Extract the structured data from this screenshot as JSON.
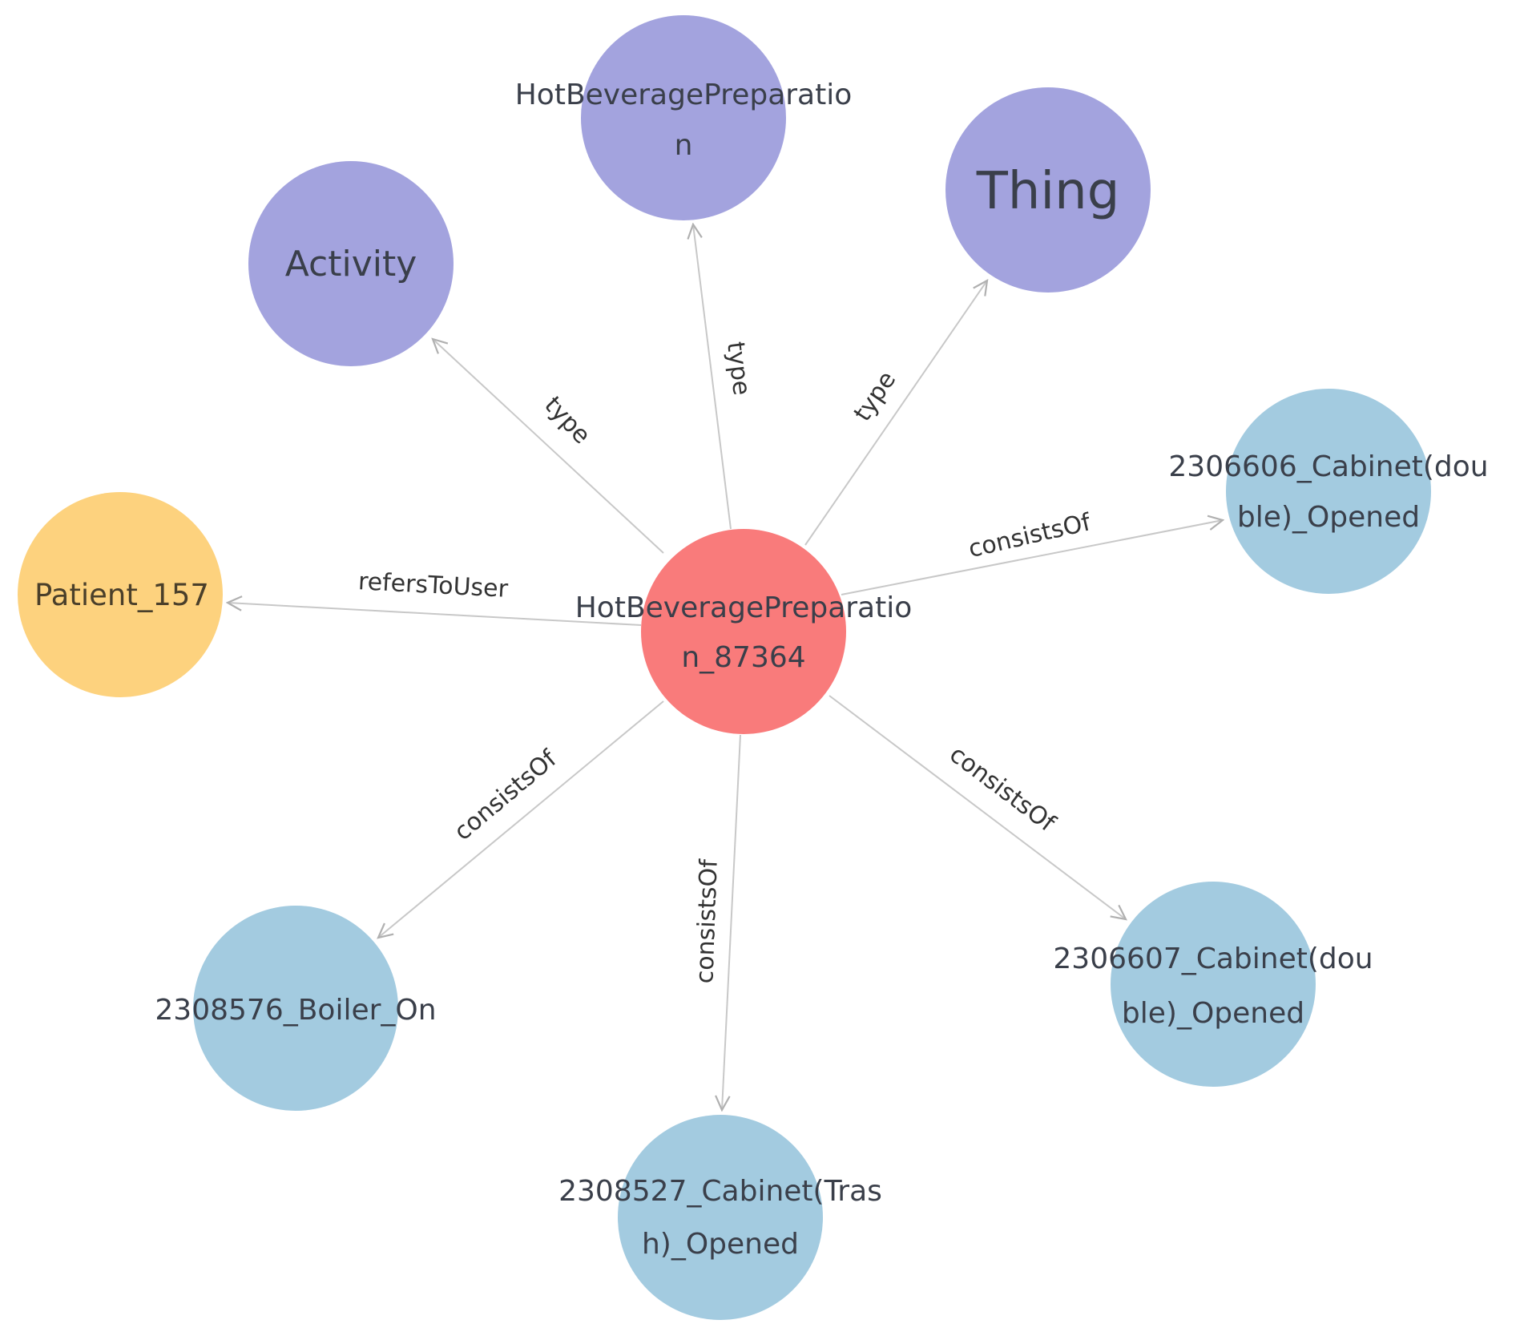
{
  "graph": {
    "colors": {
      "instance": "#F97B7B",
      "class": "#A3A3DE",
      "individual": "#A3CBE0",
      "user": "#FDD27E",
      "edge": "#c8c8c8",
      "text": "#3a3f4a"
    },
    "nodes": [
      {
        "id": "center",
        "kind": "instance",
        "line1": "HotBeveragePreparatio",
        "line2": "n_87364"
      },
      {
        "id": "hbp",
        "kind": "class",
        "line1": "HotBeveragePreparatio",
        "line2": "n"
      },
      {
        "id": "activity",
        "kind": "class",
        "line1": "Activity",
        "line2": ""
      },
      {
        "id": "thing",
        "kind": "class",
        "line1": "Thing",
        "line2": ""
      },
      {
        "id": "patient",
        "kind": "user",
        "line1": "Patient_157",
        "line2": ""
      },
      {
        "id": "c2306606",
        "kind": "individual",
        "line1": "2306606_Cabinet(dou",
        "line2": "ble)_Opened"
      },
      {
        "id": "c2306607",
        "kind": "individual",
        "line1": "2306607_Cabinet(dou",
        "line2": "ble)_Opened"
      },
      {
        "id": "c2308527",
        "kind": "individual",
        "line1": "2308527_Cabinet(Tras",
        "line2": "h)_Opened"
      },
      {
        "id": "b2308576",
        "kind": "individual",
        "line1": "2308576_Boiler_On",
        "line2": ""
      }
    ],
    "edges": [
      {
        "from": "center",
        "to": "activity",
        "label": "type"
      },
      {
        "from": "center",
        "to": "hbp",
        "label": "type"
      },
      {
        "from": "center",
        "to": "thing",
        "label": "type"
      },
      {
        "from": "center",
        "to": "patient",
        "label": "refersToUser"
      },
      {
        "from": "center",
        "to": "c2306606",
        "label": "consistsOf"
      },
      {
        "from": "center",
        "to": "c2306607",
        "label": "consistsOf"
      },
      {
        "from": "center",
        "to": "c2308527",
        "label": "consistsOf"
      },
      {
        "from": "center",
        "to": "b2308576",
        "label": "consistsOf"
      }
    ]
  }
}
